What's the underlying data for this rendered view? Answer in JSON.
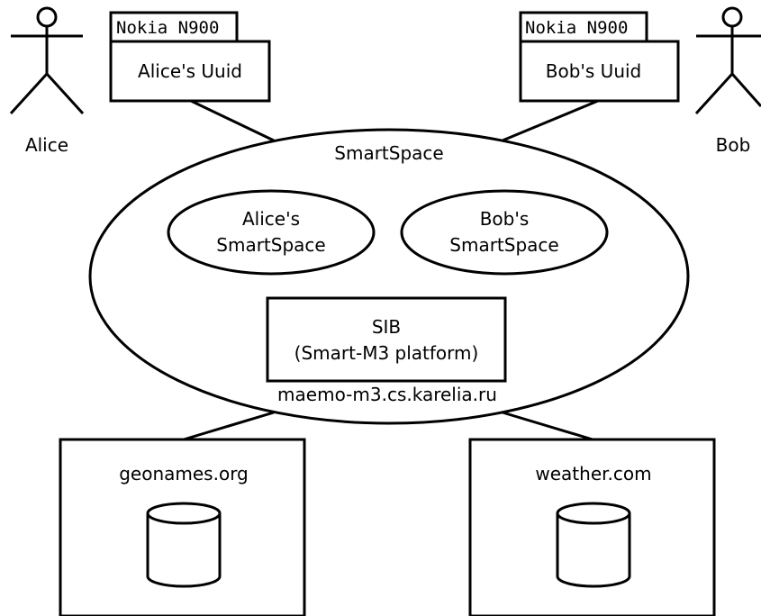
{
  "actors": {
    "alice": {
      "name": "Alice"
    },
    "bob": {
      "name": "Bob"
    }
  },
  "devices": {
    "alice": {
      "tag": "Nokia N900",
      "label": "Alice's Uuid"
    },
    "bob": {
      "tag": "Nokia N900",
      "label": "Bob's Uuid"
    }
  },
  "smartspace": {
    "title": "SmartSpace",
    "alice_space": {
      "line1": "Alice's",
      "line2": "SmartSpace"
    },
    "bob_space": {
      "line1": "Bob's",
      "line2": "SmartSpace"
    },
    "sib": {
      "line1": "SIB",
      "line2": "(Smart-M3 platform)"
    },
    "host": "maemo-m3.cs.karelia.ru"
  },
  "services": {
    "geonames": {
      "label": "geonames.org"
    },
    "weather": {
      "label": "weather.com"
    }
  }
}
